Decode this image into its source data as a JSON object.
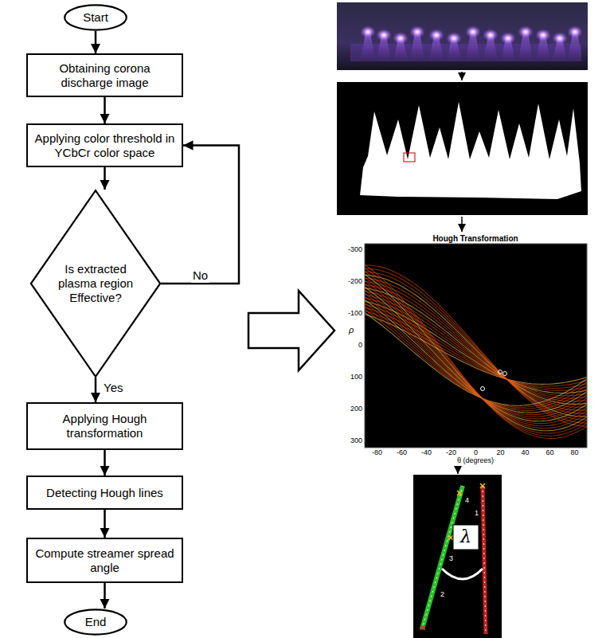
{
  "diagram": {
    "nodes": [
      {
        "text": [
          "Start"
        ]
      },
      {
        "text": [
          "Obtaining corona discharge image"
        ]
      },
      {
        "text": [
          "Applying color threshold in YCbCr color space"
        ]
      },
      {
        "text": [
          "Is extracted plasma region Effective?"
        ]
      },
      {
        "text": [
          "Applying Hough transformation"
        ]
      },
      {
        "text": [
          "Detecting Hough lines"
        ]
      },
      {
        "text": [
          "Compute streamer spread angle"
        ]
      },
      {
        "text": [
          "End"
        ]
      }
    ],
    "edges": [
      {
        "from": 0,
        "to": 1,
        "arrow": "to"
      },
      {
        "from": 1,
        "to": 2,
        "arrow": "to"
      },
      {
        "from": 2,
        "to": 3,
        "arrow": "to"
      },
      {
        "from": 3,
        "to": 4,
        "arrow": "to",
        "label": "Yes"
      },
      {
        "from": 3,
        "to": 2,
        "arrow": "to",
        "label": "No"
      },
      {
        "from": 4,
        "to": 5,
        "arrow": "to"
      },
      {
        "from": 5,
        "to": 6,
        "arrow": "to"
      },
      {
        "from": 6,
        "to": 7,
        "arrow": "to"
      }
    ],
    "labels": [
      "Hough Transformation",
      "ρ",
      "θ (degrees)",
      "-300",
      "-200",
      "-100",
      "0",
      "100",
      "200",
      "300",
      "-80",
      "-60",
      "-40",
      "-20",
      "0",
      "20",
      "40",
      "60",
      "80",
      "λ",
      "1",
      "2",
      "3",
      "4"
    ]
  }
}
